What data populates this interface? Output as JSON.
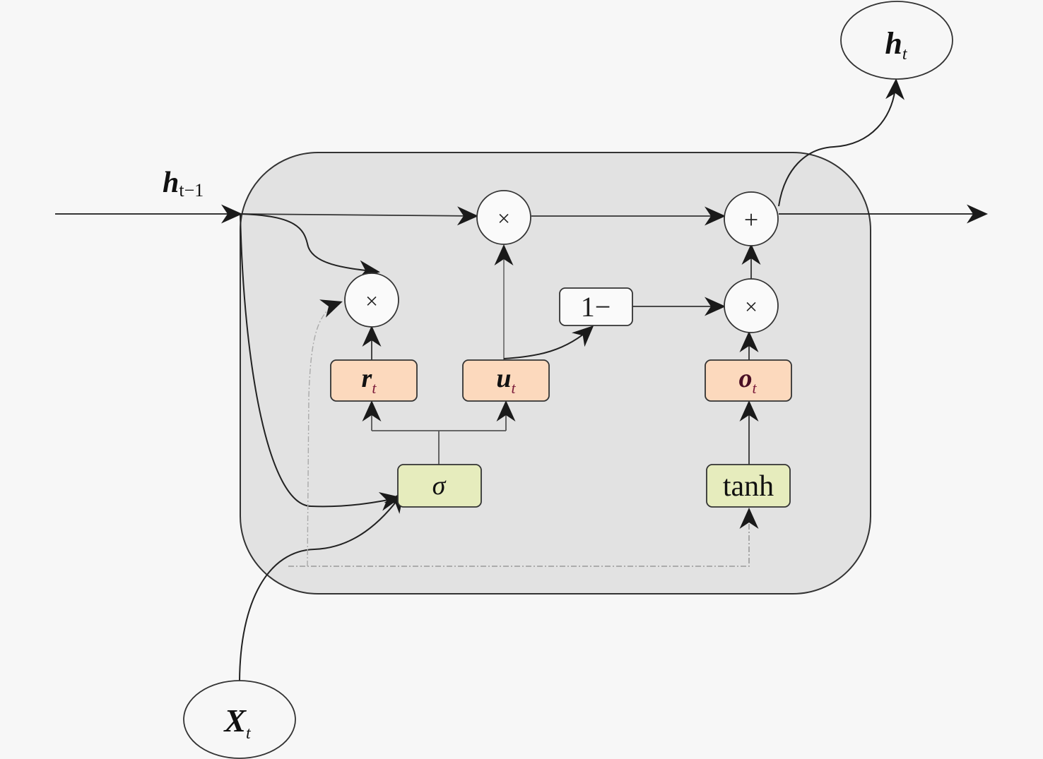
{
  "diagram": {
    "type": "recurrent-cell-schematic",
    "inputs": {
      "prev_hidden": {
        "main": "h",
        "sub": "t−1"
      },
      "input": {
        "main": "X",
        "sub": "t"
      }
    },
    "output": {
      "main": "h",
      "sub": "t"
    },
    "operators": {
      "reset_multiply": "×",
      "update_multiply": "×",
      "output_multiply": "×",
      "sum": "+",
      "one_minus": "1−"
    },
    "gates": {
      "reset": {
        "main": "r",
        "sub": "t"
      },
      "update": {
        "main": "u",
        "sub": "t"
      },
      "output": {
        "main": "o",
        "sub": "t"
      }
    },
    "activations": {
      "sigmoid": "σ",
      "tanh": "tanh"
    },
    "colors": {
      "cell_fill": "#e2e2e2",
      "gate_fill": "#fcd9bd",
      "gate_accent": "#f9d0dc",
      "activation_fill": "#e6ecbd",
      "node_fill": "#fafafa",
      "stroke": "#333333",
      "dashed": "#aaaaaa"
    }
  }
}
